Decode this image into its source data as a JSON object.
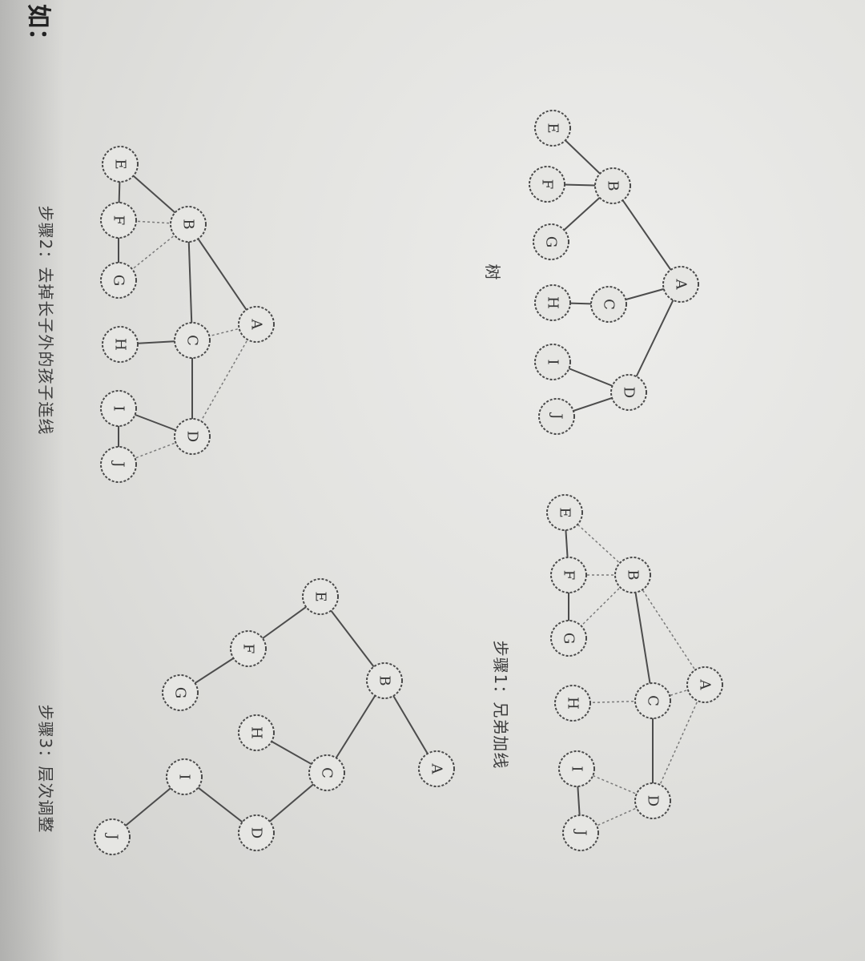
{
  "heading": "如：",
  "figures": [
    {
      "id": "tree",
      "caption": "树",
      "nodes": [
        "A",
        "B",
        "C",
        "D",
        "E",
        "F",
        "G",
        "H",
        "I",
        "J"
      ],
      "edges": [
        [
          "A",
          "B"
        ],
        [
          "A",
          "C"
        ],
        [
          "A",
          "D"
        ],
        [
          "B",
          "E"
        ],
        [
          "B",
          "F"
        ],
        [
          "B",
          "G"
        ],
        [
          "C",
          "H"
        ],
        [
          "D",
          "I"
        ],
        [
          "D",
          "J"
        ]
      ],
      "dashed_edges": []
    },
    {
      "id": "step1",
      "caption": "步骤1：兄弟加线",
      "nodes": [
        "A",
        "B",
        "C",
        "D",
        "E",
        "F",
        "G",
        "H",
        "I",
        "J"
      ],
      "edges": [
        [
          "E",
          "F"
        ],
        [
          "F",
          "G"
        ],
        [
          "B",
          "C"
        ],
        [
          "C",
          "D"
        ],
        [
          "I",
          "J"
        ]
      ],
      "dashed_edges": [
        [
          "A",
          "B"
        ],
        [
          "A",
          "C"
        ],
        [
          "A",
          "D"
        ],
        [
          "B",
          "E"
        ],
        [
          "B",
          "F"
        ],
        [
          "B",
          "G"
        ],
        [
          "C",
          "H"
        ],
        [
          "D",
          "I"
        ],
        [
          "D",
          "J"
        ]
      ]
    },
    {
      "id": "step2",
      "caption": "步骤2：去掉长子外的孩子连线",
      "nodes": [
        "A",
        "B",
        "C",
        "D",
        "E",
        "F",
        "G",
        "H",
        "I",
        "J"
      ],
      "edges": [
        [
          "A",
          "B"
        ],
        [
          "B",
          "E"
        ],
        [
          "C",
          "H"
        ],
        [
          "D",
          "I"
        ],
        [
          "E",
          "F"
        ],
        [
          "F",
          "G"
        ],
        [
          "B",
          "C"
        ],
        [
          "C",
          "D"
        ],
        [
          "I",
          "J"
        ]
      ],
      "dashed_edges": [
        [
          "A",
          "C"
        ],
        [
          "A",
          "D"
        ],
        [
          "B",
          "F"
        ],
        [
          "B",
          "G"
        ],
        [
          "D",
          "J"
        ]
      ]
    },
    {
      "id": "step3",
      "caption": "步骤3：层次调整",
      "nodes": [
        "A",
        "B",
        "C",
        "D",
        "E",
        "F",
        "G",
        "H",
        "I",
        "J"
      ],
      "edges": [
        [
          "A",
          "B"
        ],
        [
          "B",
          "E"
        ],
        [
          "E",
          "F"
        ],
        [
          "F",
          "G"
        ],
        [
          "B",
          "C"
        ],
        [
          "C",
          "H"
        ],
        [
          "C",
          "D"
        ],
        [
          "D",
          "I"
        ],
        [
          "I",
          "J"
        ]
      ],
      "dashed_edges": []
    }
  ]
}
